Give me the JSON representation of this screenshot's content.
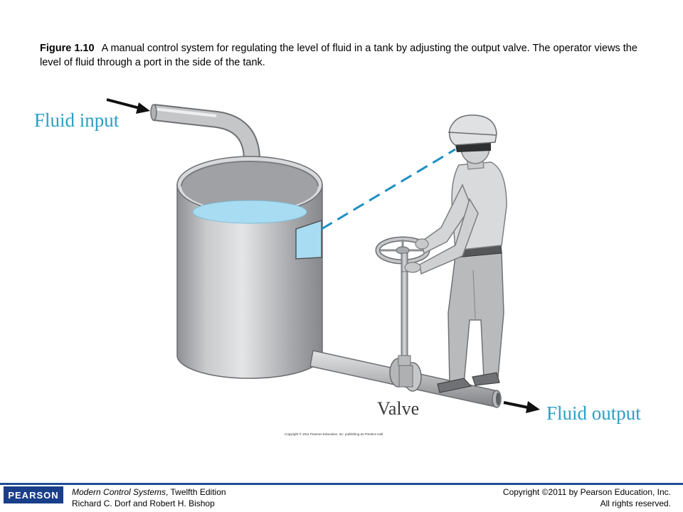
{
  "caption": {
    "figure_label": "Figure 1.10",
    "text": "A manual control system for regulating the level of fluid in a tank by adjusting the output valve. The operator views the level of fluid through a port in the side of the tank."
  },
  "diagram": {
    "labels": {
      "fluid_input": "Fluid input",
      "valve": "Valve",
      "fluid_output": "Fluid output"
    },
    "small_copyright": "Copyright © 2011 Pearson Education, Inc. publishing as Prentice Hall",
    "colors": {
      "label_blue": "#2b9fc6",
      "fluid": "#a8dcf2",
      "metal": "#a7a9ac",
      "sight_line": "#1d8fc4"
    }
  },
  "footer": {
    "logo_text": "PEARSON",
    "book_title": "Modern Control Systems",
    "edition": ", Twelfth Edition",
    "authors": "Richard C. Dorf and Robert H. Bishop",
    "copyright": "Copyright ©2011 by Pearson Education, Inc.",
    "rights": "All rights reserved."
  }
}
